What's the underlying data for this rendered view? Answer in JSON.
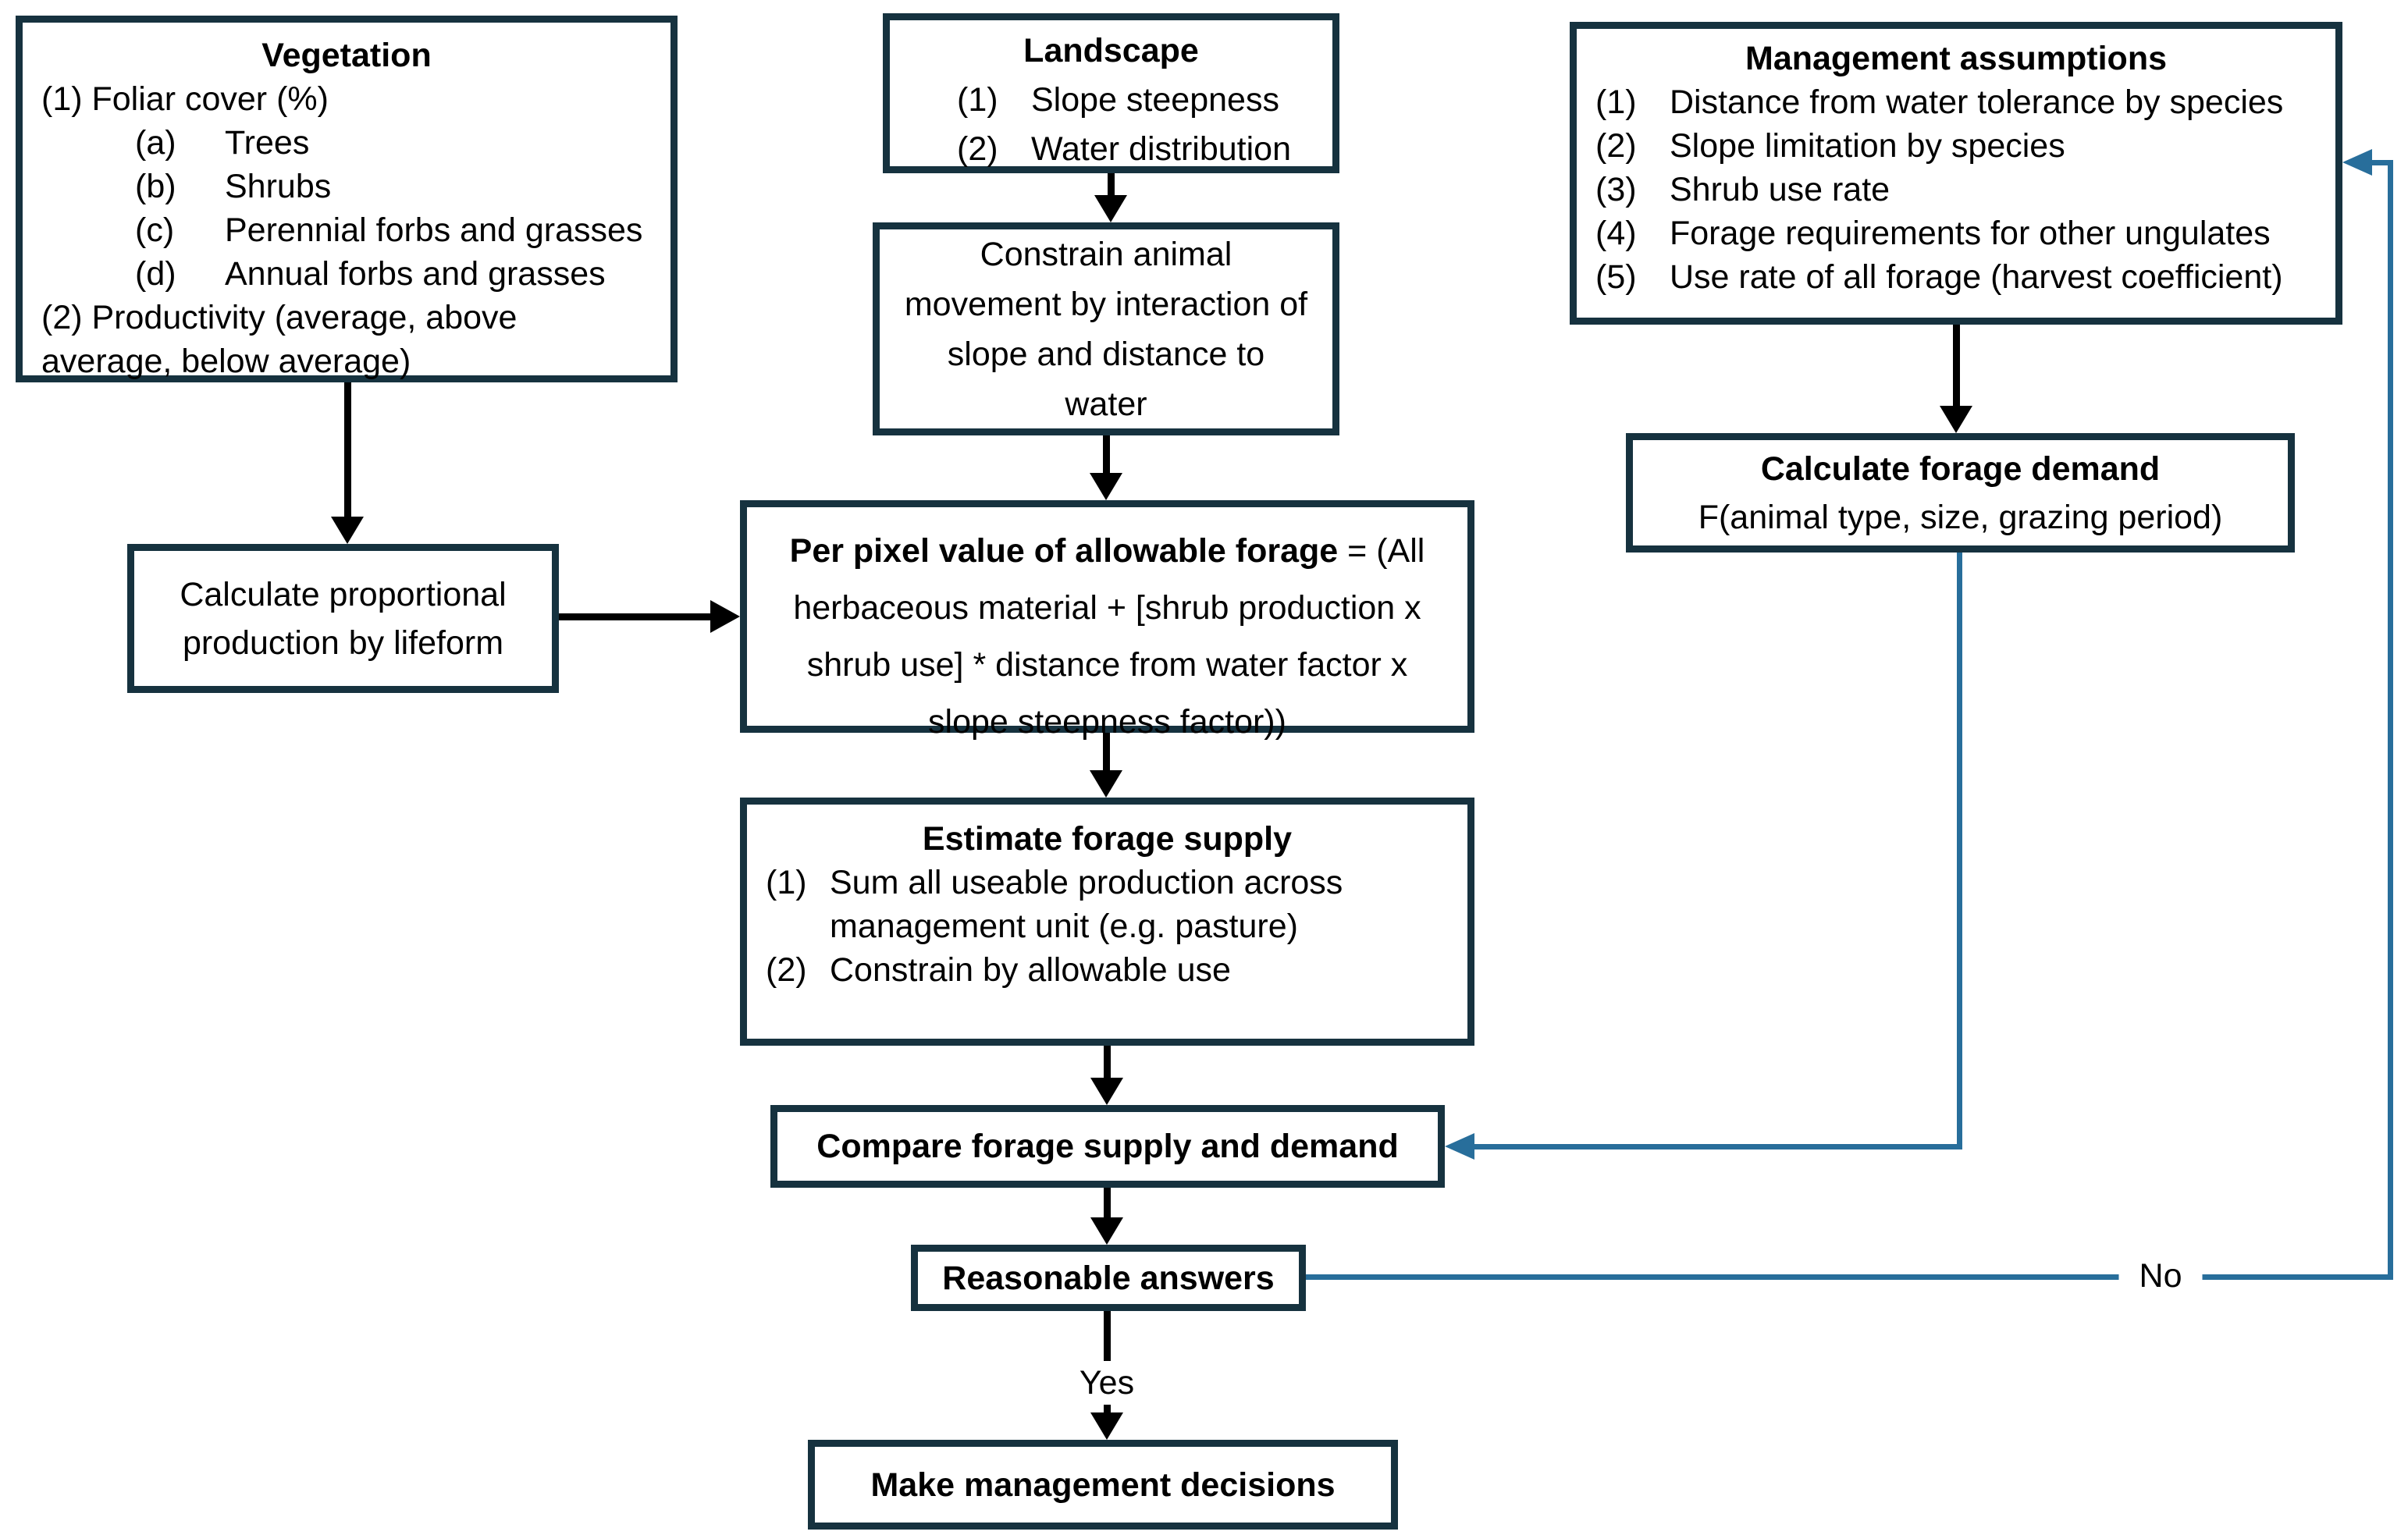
{
  "colors": {
    "box_border": "#16323f",
    "arrow_black": "#000000",
    "feedback_blue": "#286e9b",
    "background": "#ffffff",
    "text": "#000000"
  },
  "boxes": {
    "vegetation": {
      "title": "Vegetation",
      "item1": "(1) Foliar cover (%)",
      "sub": [
        {
          "label": "(a)",
          "text": "Trees"
        },
        {
          "label": "(b)",
          "text": "Shrubs"
        },
        {
          "label": "(c)",
          "text": "Perennial forbs and grasses"
        },
        {
          "label": "(d)",
          "text": "Annual forbs and grasses"
        }
      ],
      "item2": "(2) Productivity (average, above\naverage, below average)"
    },
    "landscape": {
      "title": "Landscape",
      "items": [
        {
          "label": "(1)",
          "text": "Slope steepness"
        },
        {
          "label": "(2)",
          "text": "Water distribution"
        }
      ]
    },
    "management": {
      "title": "Management assumptions",
      "items": [
        {
          "label": "(1)",
          "text": "Distance from water tolerance by species"
        },
        {
          "label": "(2)",
          "text": "Slope limitation by species"
        },
        {
          "label": "(3)",
          "text": "Shrub use rate"
        },
        {
          "label": "(4)",
          "text": "Forage requirements for other ungulates"
        },
        {
          "label": "(5)",
          "text": "Use rate of all forage (harvest coefficient)"
        }
      ]
    },
    "constrain": {
      "text": "Constrain animal\nmovement by interaction of\nslope and distance to\nwater"
    },
    "forage_demand": {
      "title": "Calculate forage demand",
      "subtitle": "F(animal type, size, grazing period)"
    },
    "per_pixel": {
      "lines": [
        {
          "bold": "Per pixel value of allowable forage",
          "normal": " = (All"
        },
        {
          "normal": "herbaceous material + [shrub production x"
        },
        {
          "normal": "shrub use] * distance from water factor x"
        },
        {
          "normal": "slope steepness factor))"
        }
      ]
    },
    "proportional": {
      "text": "Calculate proportional\nproduction by lifeform"
    },
    "estimate": {
      "title": "Estimate forage supply",
      "items": [
        {
          "label": "(1)",
          "text": "Sum all useable production across\nmanagement unit (e.g. pasture)"
        },
        {
          "label": "(2)",
          "text": "Constrain by allowable use"
        }
      ]
    },
    "compare": {
      "title": "Compare forage supply and demand"
    },
    "reasonable": {
      "title": "Reasonable answers"
    },
    "decisions": {
      "title": "Make management decisions"
    }
  },
  "labels": {
    "yes": "Yes",
    "no": "No"
  }
}
